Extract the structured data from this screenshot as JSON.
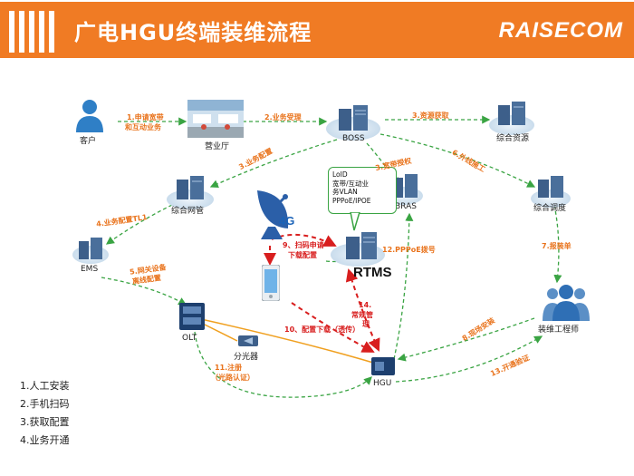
{
  "header": {
    "title": "广电HGU终端装维流程",
    "brand": "RAISECOM"
  },
  "nodes": {
    "customer": "客户",
    "hall": "营业厅",
    "boss": "BOSS",
    "resource": "综合资源",
    "nms": "综合网管",
    "bras": "BRAS",
    "dispatch": "综合调度",
    "ems": "EMS",
    "rtms": "RTMS",
    "olt": "OLT",
    "splitter": "分光器",
    "hgu": "HGU",
    "engineer": "装维工程师",
    "g4": "4G"
  },
  "bubble": {
    "lines": [
      "LoID",
      "宽带/互动业",
      "务VLAN",
      "PPPoE/IPOE"
    ]
  },
  "edges": {
    "e1a": "1.申请宽带",
    "e1b": "和互动业务",
    "e2": "2.业务受理",
    "e3": "3.资源获取",
    "e3b": "3.业务配置",
    "e3c": "3.宽带授权",
    "e4": "4.业务配置TL1",
    "e5a": "5.网关设备",
    "e5b": "离线配置",
    "e6": "6.外线施工",
    "e7": "7.报装单",
    "e8": "8.现场安装",
    "e9a": "9、扫码申请",
    "e9b": "下载配置",
    "e10": "10、配置下载（透传）",
    "e11a": "11.注册",
    "e11b": "（光路认证）",
    "e12": "12.PPPoE拨号",
    "e13": "13.开通验证",
    "e14a": "14.",
    "e14b": "常规管",
    "e14c": "理"
  },
  "legend": [
    "1.人工安装",
    "2.手机扫码",
    "3.获取配置",
    "4.业务开通"
  ],
  "colors": {
    "accent": "#f07b24",
    "green": "#3aa443",
    "red": "#d81e1e",
    "blue": "#1a63b8",
    "orange_line": "#f0a020"
  }
}
